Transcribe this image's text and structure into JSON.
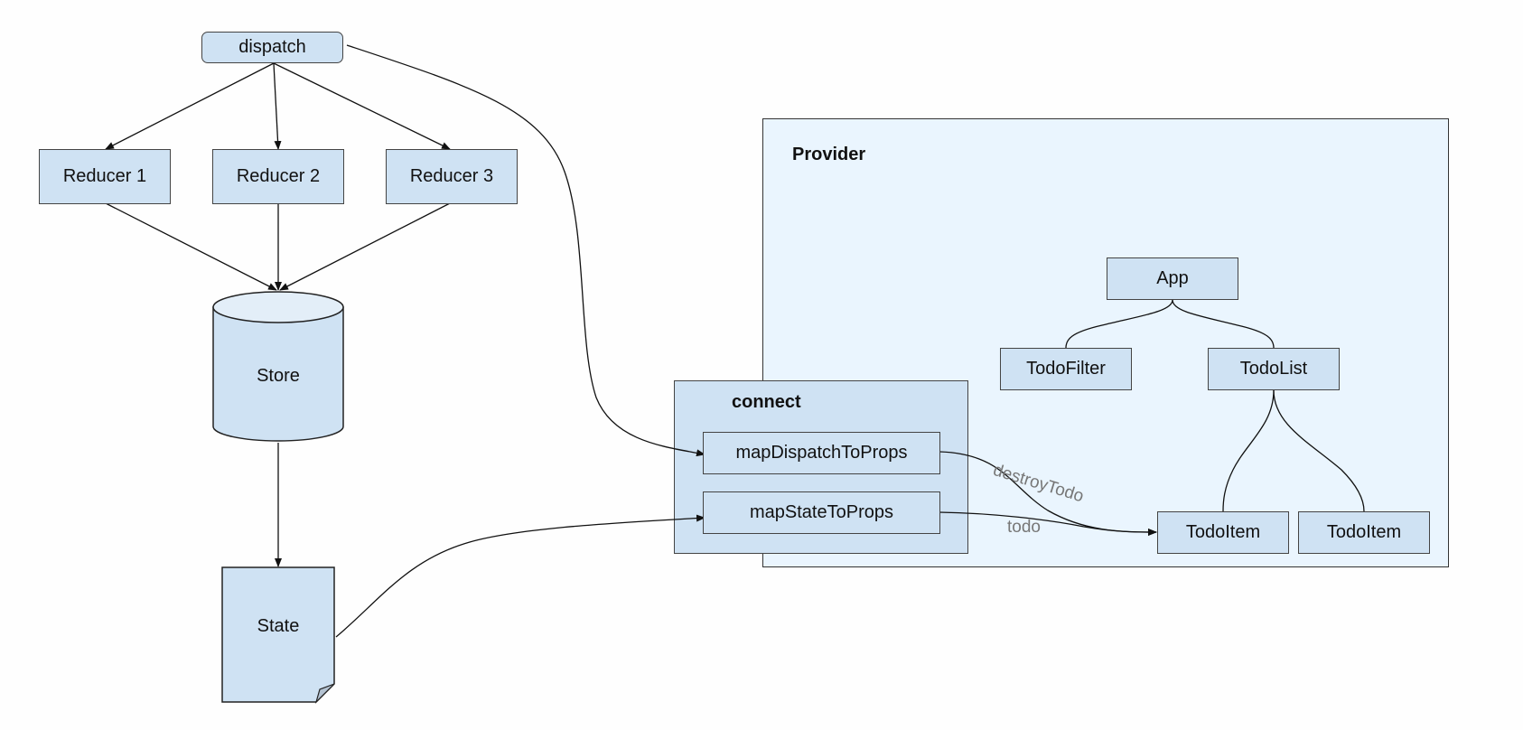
{
  "diagram": {
    "nodes": {
      "dispatch": "dispatch",
      "reducer1": "Reducer 1",
      "reducer2": "Reducer 2",
      "reducer3": "Reducer 3",
      "store": "Store",
      "state": "State",
      "app": "App",
      "todo_filter": "TodoFilter",
      "todo_list": "TodoList",
      "todo_item_1": "TodoItem",
      "todo_item_2": "TodoItem",
      "map_dispatch": "mapDispatchToProps",
      "map_state": "mapStateToProps"
    },
    "containers": {
      "provider": "Provider",
      "connect": "connect"
    },
    "edge_labels": {
      "destroy_todo": "destroyTodo",
      "todo": "todo"
    },
    "colors": {
      "node_fill": "#cfe2f3",
      "provider_fill": "#eaf5fe",
      "store_top_fill": "#e3eef8",
      "edge_label": "#777777"
    }
  }
}
